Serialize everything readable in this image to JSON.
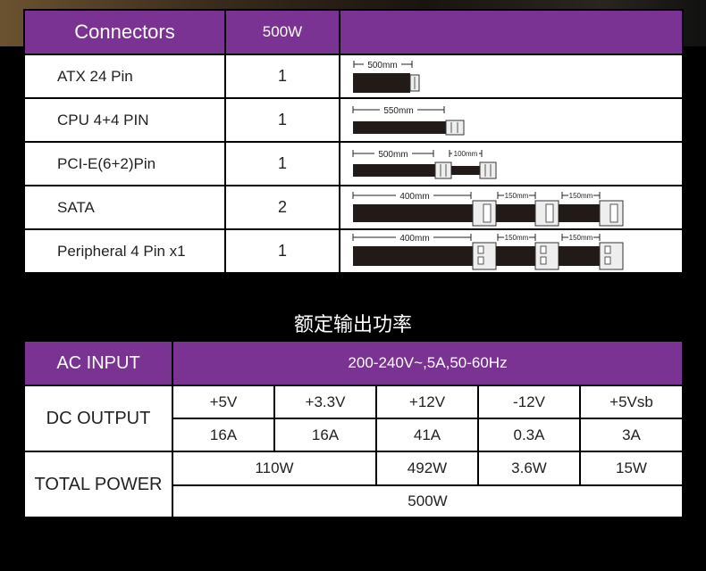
{
  "connectors_table": {
    "headers": {
      "connectors": "Connectors",
      "wattage": "500W",
      "diagram": ""
    },
    "rows": [
      {
        "name": "ATX 24 Pin",
        "qty": "1",
        "labels": [
          "500mm"
        ]
      },
      {
        "name": "CPU 4+4 PIN",
        "qty": "1",
        "labels": [
          "550mm"
        ]
      },
      {
        "name": "PCI-E(6+2)Pin",
        "qty": "1",
        "labels": [
          "500mm",
          "100mm"
        ]
      },
      {
        "name": "SATA",
        "qty": "2",
        "labels": [
          "400mm",
          "150mm",
          "150mm"
        ]
      },
      {
        "name": "Peripheral 4 Pin x1",
        "qty": "1",
        "labels": [
          "400mm",
          "150mm",
          "150mm"
        ]
      }
    ]
  },
  "rating_title": "额定输出功率",
  "rating_table": {
    "ac_input_label": "AC INPUT",
    "ac_input_value": "200-240V~,5A,50-60Hz",
    "dc_output_label": "DC OUTPUT",
    "rails": [
      "+5V",
      "+3.3V",
      "+12V",
      "-12V",
      "+5Vsb"
    ],
    "currents": [
      "16A",
      "16A",
      "41A",
      "0.3A",
      "3A"
    ],
    "total_power_label": "TOTAL POWER",
    "rail_power": {
      "combined_5v_3v3": "110W",
      "v12": "492W",
      "minus12": "3.6W",
      "v5sb": "15W"
    },
    "total": "500W"
  },
  "colors": {
    "header_purple": "#7b3393",
    "background": "#000000",
    "cell_white": "#ffffff"
  }
}
